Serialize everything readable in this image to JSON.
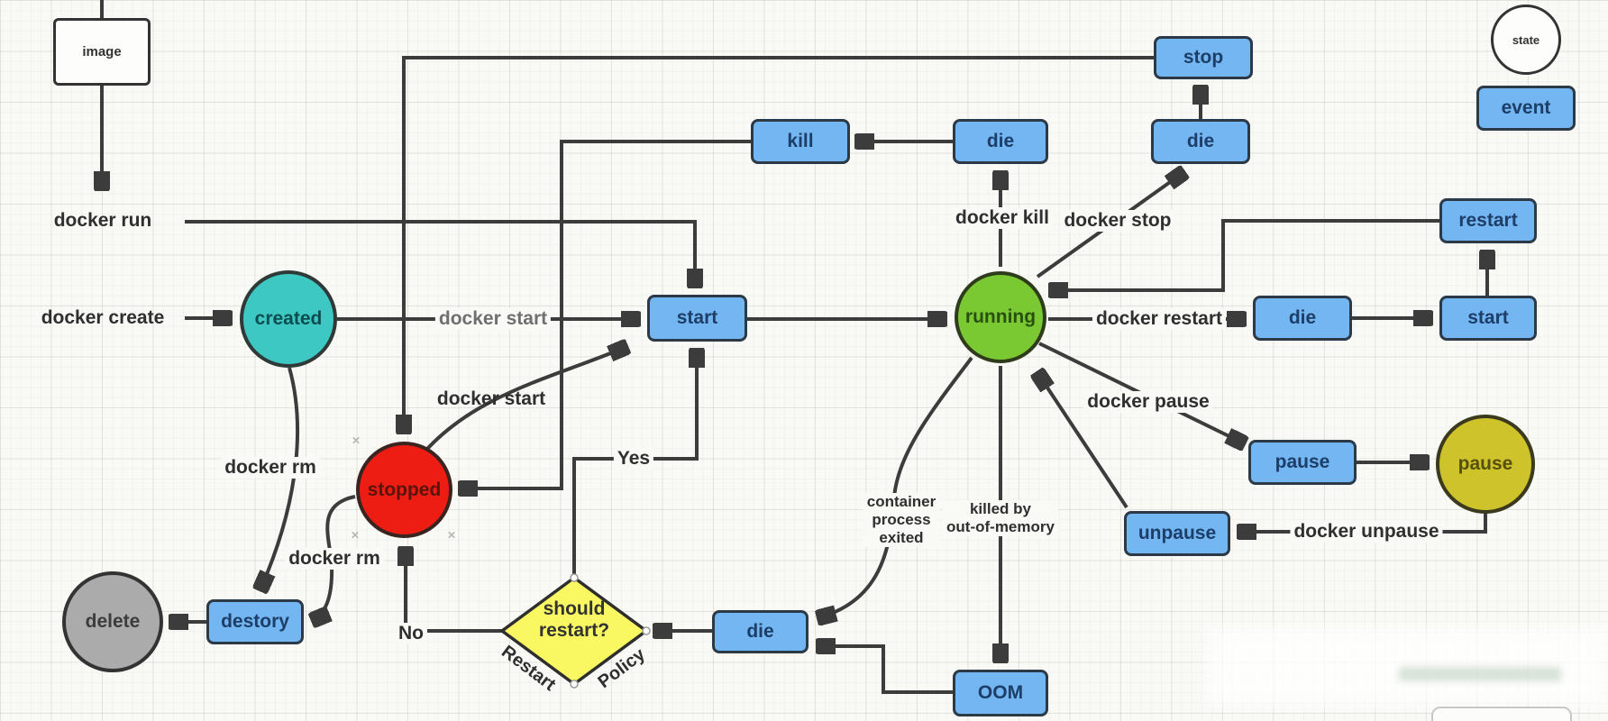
{
  "legend": {
    "state": "state",
    "event": "event"
  },
  "nodes": {
    "image": "image",
    "created": "created",
    "running": "running",
    "stopped": "stopped",
    "paused": "pause",
    "deleted": "delete",
    "kill": "kill",
    "die_after_kill": "die",
    "die_after_stop": "die",
    "stop": "stop",
    "start": "start",
    "die_restart_loop": "die",
    "start_restart_loop": "start",
    "restart": "restart",
    "pause_event": "pause",
    "unpause": "unpause",
    "oom": "OOM",
    "destory": "destory",
    "die_exit": "die",
    "should_restart_line1": "should",
    "should_restart_line2": "restart?"
  },
  "edge_labels": {
    "docker_run": "docker run",
    "docker_create": "docker create",
    "docker_start_created": "docker start",
    "docker_start_stopped": "docker start",
    "docker_rm_created": "docker rm",
    "docker_rm_stopped": "docker rm",
    "docker_kill": "docker kill",
    "docker_stop": "docker stop",
    "docker_restart": "docker restart",
    "docker_pause": "docker pause",
    "docker_unpause": "docker unpause",
    "yes": "Yes",
    "no": "No",
    "container_exited_l1": "container",
    "container_exited_l2": "process",
    "container_exited_l3": "exited",
    "killed_by_l1": "killed by",
    "killed_by_l2": "out-of-memory",
    "restart_policy_left": "Restart",
    "restart_policy_right": "Policy",
    "handle_mark": "×"
  },
  "colors": {
    "background": "#f9f9f6",
    "line": "#3c3c3c",
    "event_box_fill": "#73b6f1",
    "event_box_border": "#2c3947",
    "event_box_text": "#1d3e68",
    "created_fill": "#3ec8c4",
    "running_fill": "#7ac832",
    "stopped_fill": "#ee1d13",
    "paused_fill": "#cfc32b",
    "deleted_fill": "#ababab",
    "diamond_fill": "#f9f862",
    "label_text": "#2f2f2f",
    "gray_label_text": "#6f6f6f"
  }
}
